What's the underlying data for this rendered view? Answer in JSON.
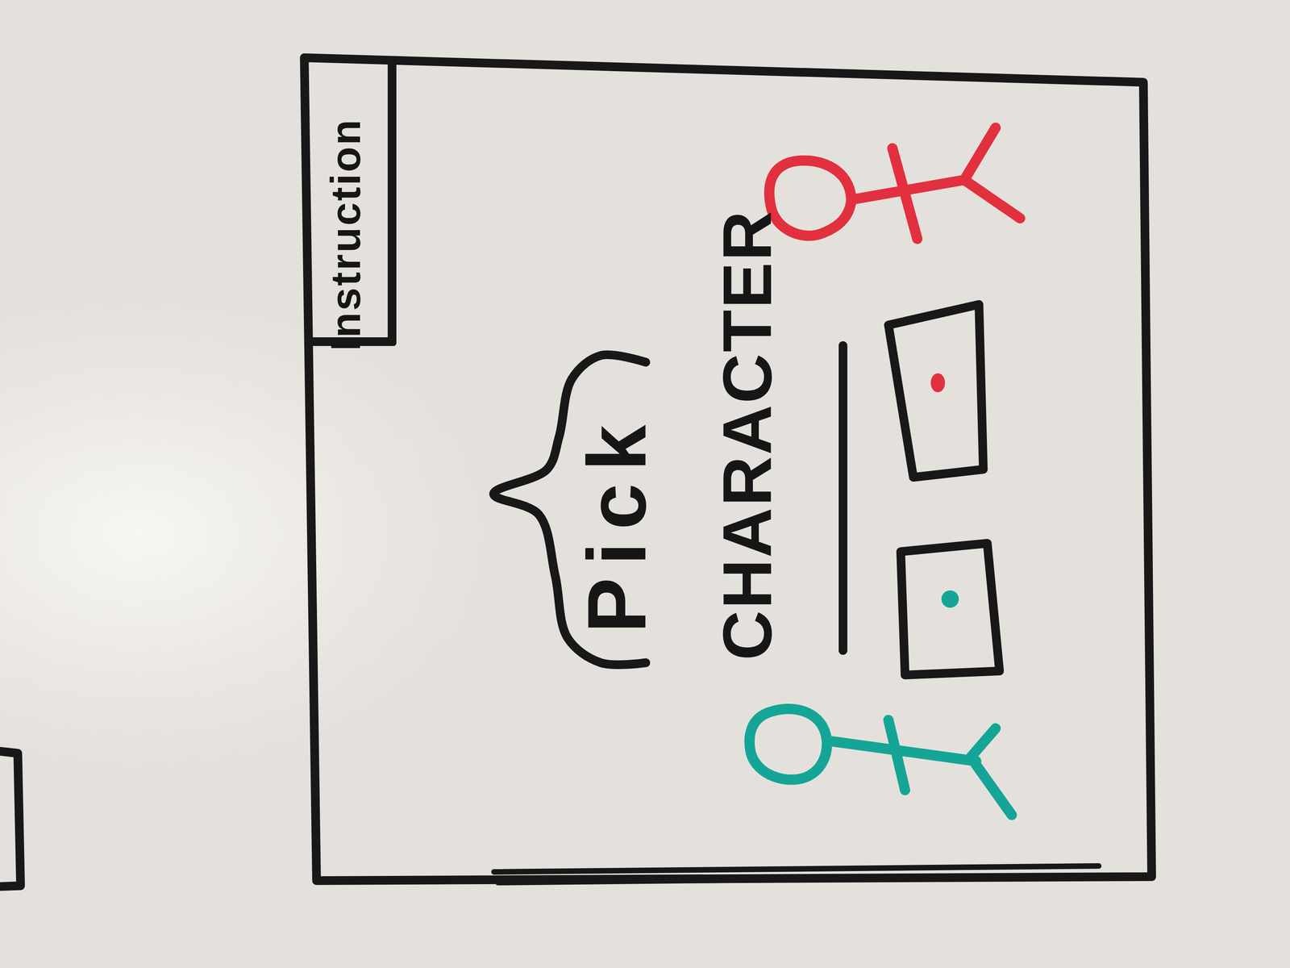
{
  "diagram": {
    "nodes": [
      {
        "text": [
          "Instruction"
        ]
      },
      {
        "text": [
          "Pick"
        ]
      }
    ],
    "labels": [
      "CHARACTER"
    ]
  }
}
